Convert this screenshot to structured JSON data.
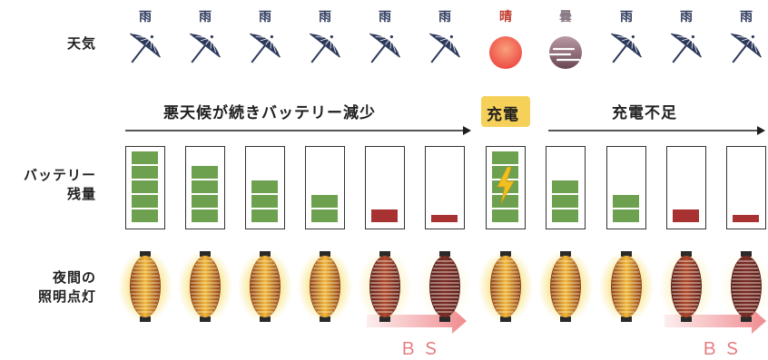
{
  "row_labels": {
    "weather": "天気",
    "battery_line1": "バッテリー",
    "battery_line2": "残量",
    "light_line1": "夜間の",
    "light_line2": "照明点灯"
  },
  "weather": [
    {
      "label": "雨",
      "icon": "umbrella-icon"
    },
    {
      "label": "雨",
      "icon": "umbrella-icon"
    },
    {
      "label": "雨",
      "icon": "umbrella-icon"
    },
    {
      "label": "雨",
      "icon": "umbrella-icon"
    },
    {
      "label": "雨",
      "icon": "umbrella-icon"
    },
    {
      "label": "雨",
      "icon": "umbrella-icon"
    },
    {
      "label": "晴",
      "icon": "sun-icon"
    },
    {
      "label": "曇",
      "icon": "cloud-sun-icon"
    },
    {
      "label": "雨",
      "icon": "umbrella-icon"
    },
    {
      "label": "雨",
      "icon": "umbrella-icon"
    },
    {
      "label": "雨",
      "icon": "umbrella-icon"
    }
  ],
  "banners": {
    "bad_weather": "悪天候が続きバッテリー減少",
    "charging": "充電",
    "insufficient": "充電不足"
  },
  "battery_levels": [
    5,
    4,
    3,
    2,
    1,
    1,
    5,
    3,
    2,
    1,
    1
  ],
  "battery_charging_index": 6,
  "lantern_brightness": [
    1,
    1,
    1,
    1,
    0.45,
    0.2,
    1,
    1,
    1,
    0.45,
    0.2
  ],
  "bs_label": "ＢＳ",
  "colors": {
    "weather_label": "#2e3a5c",
    "rain_label_sun": "#c0392b",
    "cloud_label": "#8a7a86",
    "battery_good": "#6ea14f",
    "battery_low": "#a83232",
    "charging_badge": "#f6d15a",
    "bolt": "#f0c020",
    "bs_arrow": "#f08c90",
    "lantern_glow": "#f5d84b"
  }
}
